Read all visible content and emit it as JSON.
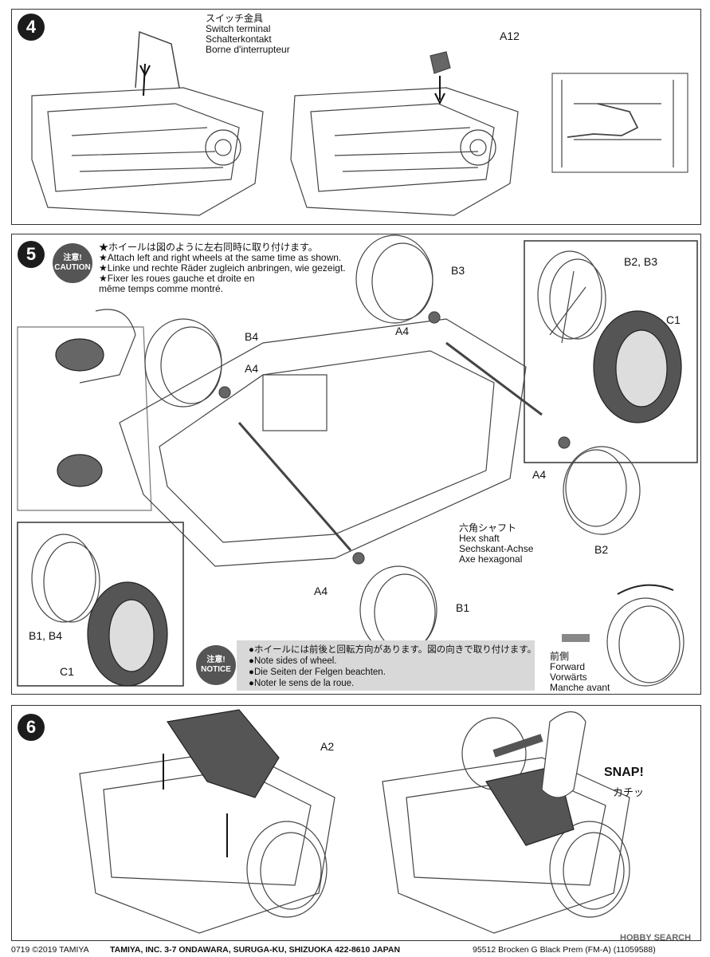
{
  "step4": {
    "number": "4",
    "switch_label": [
      "スイッチ金具",
      "Switch terminal",
      "Schalterkontakt",
      "Borne d'interrupteur"
    ],
    "part_a12": "A12"
  },
  "step5": {
    "number": "5",
    "caution_badge": [
      "注意!",
      "CAUTION"
    ],
    "caution_lines": [
      "★ホイールは図のように左右同時に取り付けます。",
      "★Attach left and right wheels at the same time as shown.",
      "★Linke und rechte Räder zugleich anbringen, wie gezeigt.",
      "★Fixer les roues gauche et droite en",
      "même temps comme montré."
    ],
    "parts": {
      "b3": "B3",
      "b4": "B4",
      "a4": "A4",
      "b2": "B2",
      "b1": "B1",
      "b2_b3": "B2, B3",
      "b1_b4": "B1, B4",
      "c1": "C1"
    },
    "shaft_label": [
      "六角シャフト",
      "Hex shaft",
      "Sechskant-Achse",
      "Axe hexagonal"
    ],
    "notice_badge": [
      "注意!",
      "NOTICE"
    ],
    "notice_lines": [
      "●ホイールには前後と回転方向があります。図の向きで取り付けます。",
      "●Note sides of wheel.",
      "●Die Seiten der Felgen beachten.",
      "●Noter le sens de la roue."
    ],
    "forward_label": [
      "前側",
      "Forward",
      "Vorwärts",
      "Manche avant"
    ]
  },
  "step6": {
    "number": "6",
    "part_a2": "A2",
    "snap_text": "SNAP!",
    "snap_jp": "カチッ"
  },
  "footer": {
    "code": "0719",
    "copyright": "©2019 TAMIYA",
    "address": "TAMIYA, INC.  3-7 ONDAWARA, SURUGA-KU, SHIZUOKA 422-8610 JAPAN",
    "product": "95512  Brocken G Black Prem (FM-A) (11059588)"
  },
  "watermark": "HOBBY SEARCH"
}
